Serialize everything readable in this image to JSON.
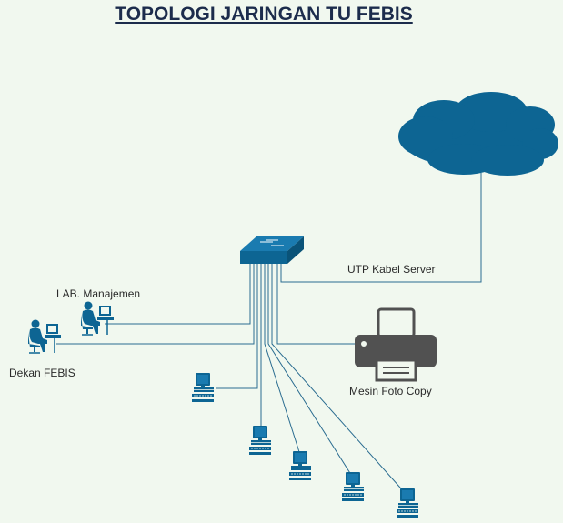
{
  "title": "TOPOLOGI JARINGAN TU FEBIS",
  "labels": {
    "lab_manajemen": "LAB. Manajemen",
    "dekan": "Dekan FEBIS",
    "utp_server": "UTP Kabel Server",
    "printer": "Mesin Foto Copy"
  },
  "colors": {
    "primary": "#0d6593",
    "printer": "#515151",
    "line": "#2a6c90",
    "background": "#f1f8ef",
    "title": "#1c2c4c"
  },
  "icons": {
    "cloud": "cloud-icon",
    "switch": "switch-icon",
    "printer": "printer-icon",
    "user_workstation": "user-at-computer-icon",
    "computer": "desktop-computer-icon"
  }
}
